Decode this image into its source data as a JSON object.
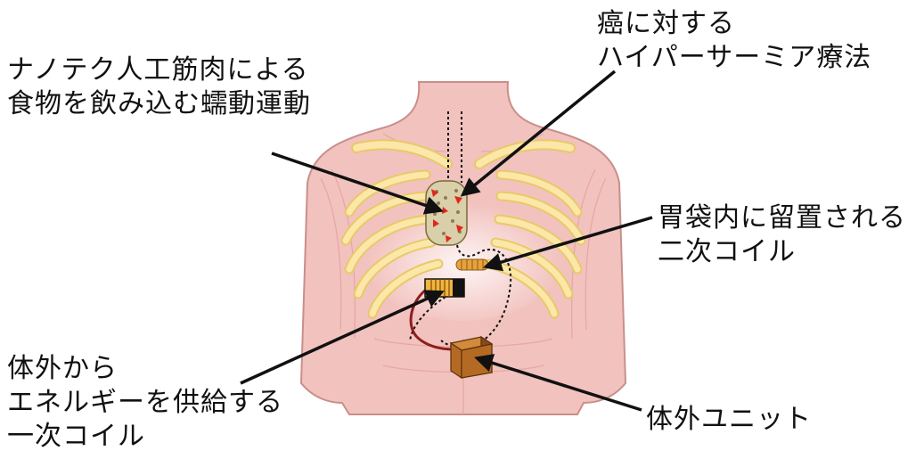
{
  "labels": {
    "peristalsis": [
      "ナノテク人工筋肉による",
      "食物を飲み込む蠕動運動"
    ],
    "hyperthermia": [
      "癌に対する",
      "ハイパーサーミア療法"
    ],
    "secondary_coil": [
      "胃袋内に留置される",
      "二次コイル"
    ],
    "primary_coil": [
      "体外から",
      "エネルギーを供給する",
      "一次コイル"
    ],
    "external_unit": [
      "体外ユニット"
    ]
  },
  "colors": {
    "skin": "#f2c2be",
    "skin_edge": "#c98f8a",
    "ribs": "#fbe7a8",
    "rib_edge": "#e8c96a",
    "tissue_red": "#e0271f",
    "coil_orange": "#e8a23c",
    "unit_brown": "#b56a24",
    "cable": "#8c1e1e",
    "arrow": "#111111"
  },
  "icons": [
    "torso-illustration",
    "muscle-tube-icon",
    "secondary-coil-icon",
    "primary-coil-icon",
    "external-unit-icon"
  ]
}
